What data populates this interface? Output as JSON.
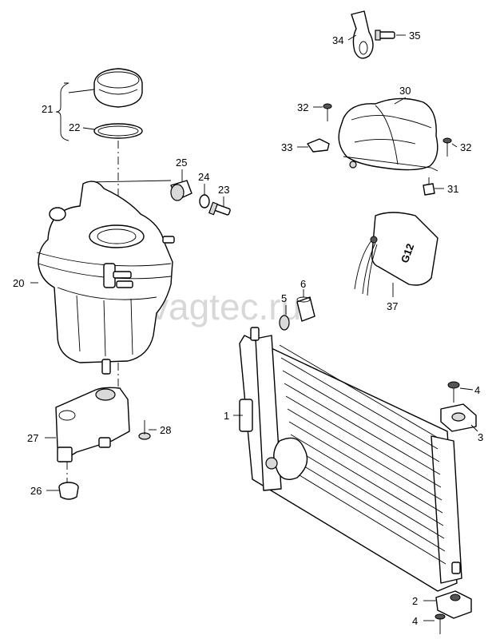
{
  "watermark": "vagtec.ru",
  "callouts": {
    "c1": "1",
    "c2": "2",
    "c3": "3",
    "c4a": "4",
    "c4b": "4",
    "c5": "5",
    "c6": "6",
    "c20": "20",
    "c21": "21",
    "c22": "22",
    "c23": "23",
    "c24": "24",
    "c25": "25",
    "c26": "26",
    "c27": "27",
    "c28": "28",
    "c30": "30",
    "c31": "31",
    "c32a": "32",
    "c32b": "32",
    "c33": "33",
    "c34": "34",
    "c35": "35",
    "c37": "37"
  },
  "labels": {
    "g12_tag": "G12"
  }
}
